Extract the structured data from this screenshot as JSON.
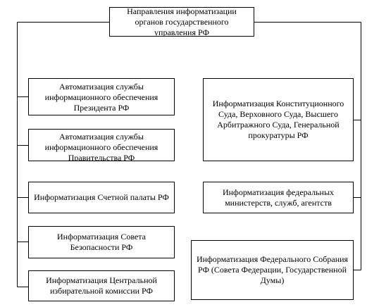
{
  "diagram": {
    "root": {
      "label": "Направления информатизации органов государственного управления РФ"
    },
    "left_branch": [
      {
        "label": "Автоматизация службы информационного обеспечения Президента РФ"
      },
      {
        "label": "Автоматизация службы информационного обеспечения Правительства РФ"
      },
      {
        "label": "Информатизация Счетной палаты РФ"
      },
      {
        "label": "Информатизация Совета Безопасности РФ"
      },
      {
        "label": "Информатизация Центральной избирательной комиссии РФ"
      }
    ],
    "right_branch": [
      {
        "label": "Информатизация Конституционного Суда, Верховного Суда, Высшего Арбитражного Суда, Генеральной прокуратуры РФ"
      },
      {
        "label": "Информатизация федеральных министерств, служб, агентств"
      },
      {
        "label": "Информатизация Федерального Собрания РФ (Совета Федерации, Государственной Думы)"
      }
    ],
    "colors": {
      "stroke": "#000000",
      "background": "#ffffff",
      "text": "#000000"
    }
  }
}
